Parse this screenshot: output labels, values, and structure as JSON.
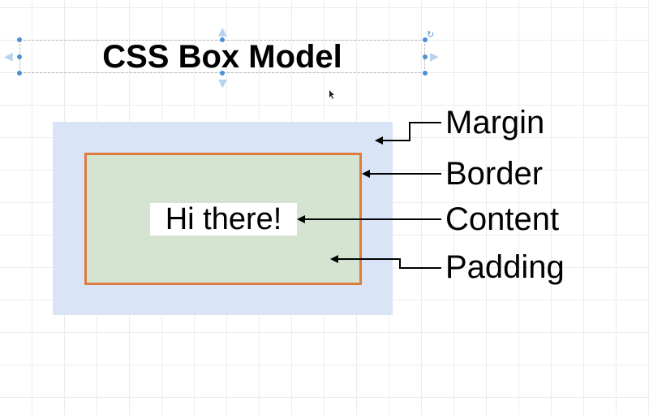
{
  "diagram": {
    "title": "CSS Box Model",
    "content_text": "Hi there!",
    "callouts": {
      "margin": "Margin",
      "border": "Border",
      "content": "Content",
      "padding": "Padding"
    }
  },
  "colors": {
    "margin_fill": "#dae4f7",
    "padding_fill": "#d5e3d1",
    "border_stroke": "#db7b3f",
    "selection_handle": "#4d90d8"
  },
  "icons": {
    "selection": "resize-handle-icon",
    "rotate": "rotate-icon",
    "pointer": "mouse-pointer-icon"
  }
}
